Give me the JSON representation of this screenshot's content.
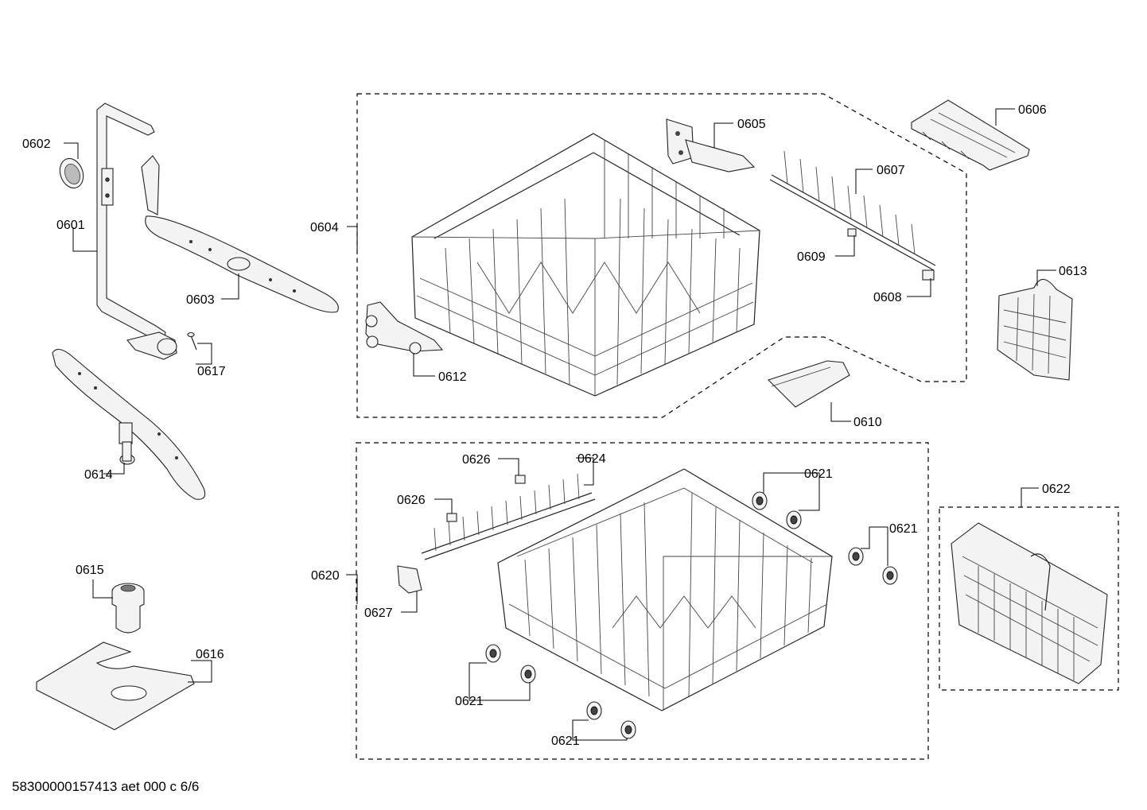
{
  "labels": {
    "p0601": "0601",
    "p0602": "0602",
    "p0603": "0603",
    "p0604": "0604",
    "p0605": "0605",
    "p0606": "0606",
    "p0607": "0607",
    "p0608": "0608",
    "p0609": "0609",
    "p0610": "0610",
    "p0612": "0612",
    "p0613": "0613",
    "p0614": "0614",
    "p0615": "0615",
    "p0616": "0616",
    "p0617": "0617",
    "p0620": "0620",
    "p0621a": "0621",
    "p0621b": "0621",
    "p0621c": "0621",
    "p0621d": "0621",
    "p0622": "0622",
    "p0624": "0624",
    "p0626a": "0626",
    "p0626b": "0626",
    "p0627": "0627"
  },
  "footer": {
    "document_id": "58300000157413 aet 000 c 6/6"
  }
}
